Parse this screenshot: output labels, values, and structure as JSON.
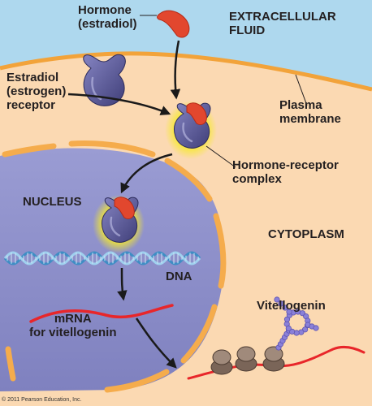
{
  "labels": {
    "hormone": "Hormone\n(estradiol)",
    "extracellular": "EXTRACELLULAR\nFLUID",
    "receptor": "Estradiol\n(estrogen)\nreceptor",
    "plasma_membrane": "Plasma\nmembrane",
    "complex": "Hormone-receptor\ncomplex",
    "nucleus": "NUCLEUS",
    "cytoplasm": "CYTOPLASM",
    "dna": "DNA",
    "mrna": "mRNA\nfor vitellogenin",
    "vitellogenin": "Vitellogenin"
  },
  "copyright": "© 2011 Pearson Education, Inc.",
  "colors": {
    "extracellular_fluid": "#aed8ee",
    "cytoplasm": "#fbd9b2",
    "plasma_membrane": "#f2a33a",
    "nucleus": "#8e90c9",
    "nuclear_envelope": "#f5ac4c",
    "receptor": "#5e5d99",
    "hormone": "#e2472e",
    "complex_glow": "#f4e514",
    "dna": "#5fa8d6",
    "mrna": "#e8262a",
    "ribosome": "#8a7468",
    "vitellogenin_beads": "#8a80d8",
    "arrow": "#1a1a1a"
  }
}
